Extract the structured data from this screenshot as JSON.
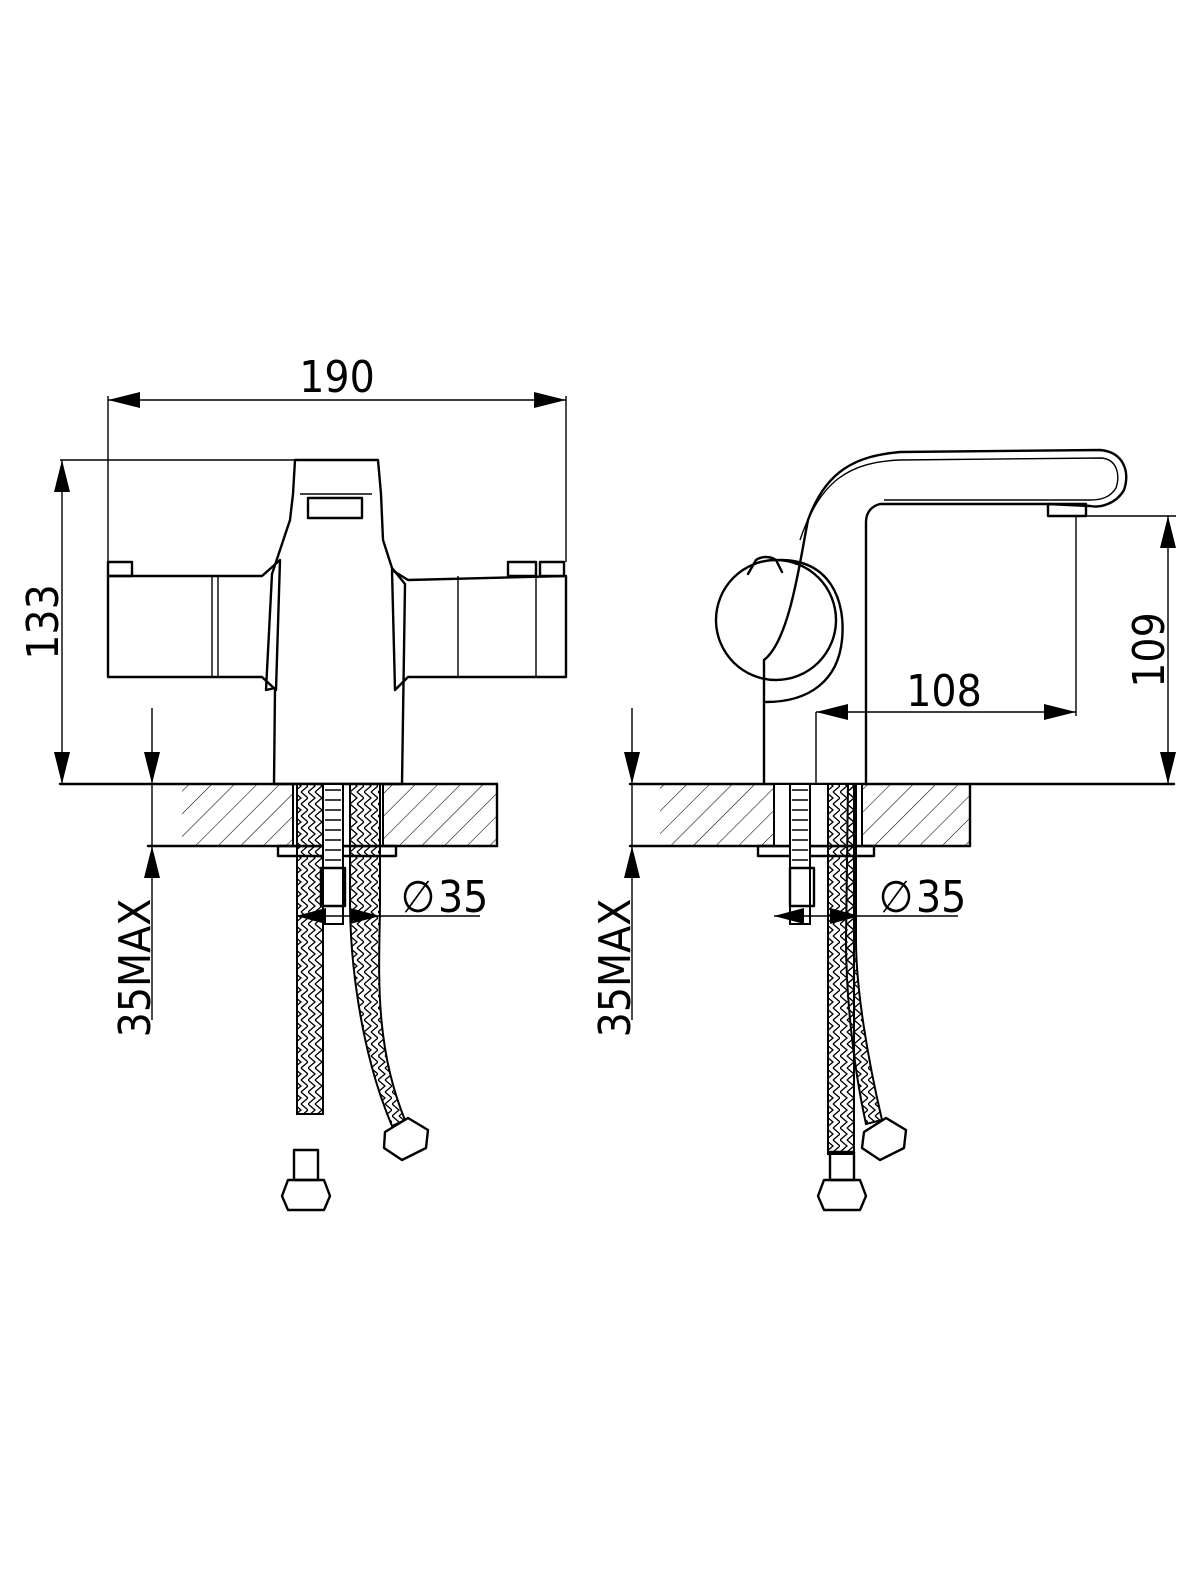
{
  "dimensions": {
    "width": "190",
    "height_front": "133",
    "spout_height": "109",
    "reach": "108",
    "hole_front": "35",
    "hole_side": "35",
    "deck_front": "35MAX",
    "deck_side": "35MAX",
    "diameter_symbol": "∅"
  },
  "colors": {
    "line": "#000000",
    "background": "#ffffff"
  }
}
